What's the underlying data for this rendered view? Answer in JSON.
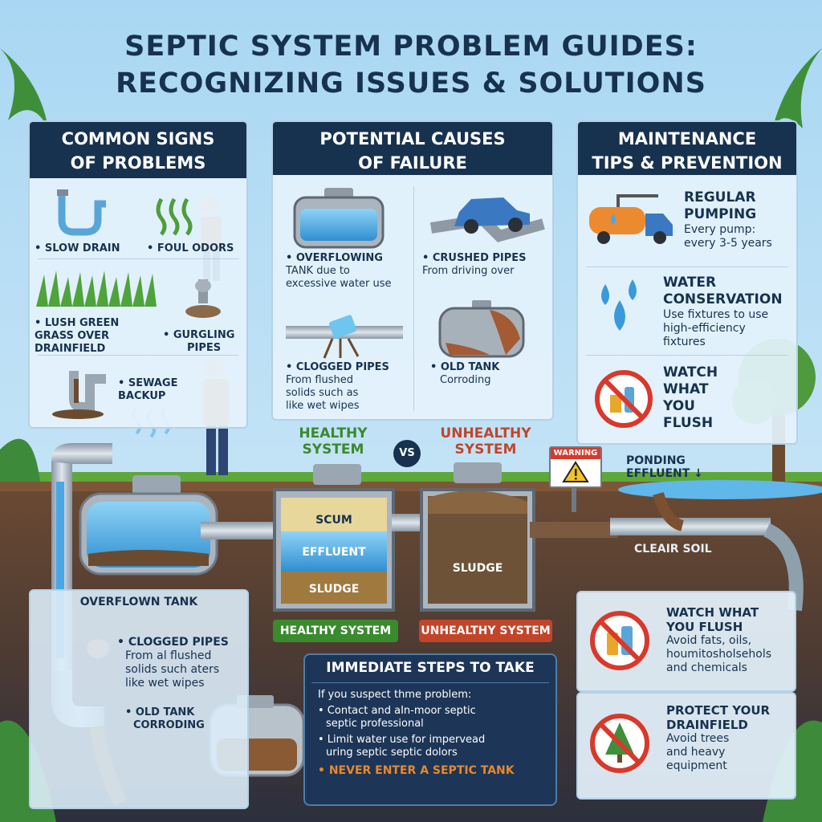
{
  "title": {
    "line1": "SEPTIC SYSTEM PROBLEM GUIDES:",
    "line2": "RECOGNIZING ISSUES & SOLUTIONS"
  },
  "signs": {
    "heading1": "COMMON SIGNS",
    "heading2": "OF PROBLEMS",
    "items": [
      {
        "label": "• SLOW DRAIN"
      },
      {
        "label": "• FOUL ODORS"
      },
      {
        "label1": "• LUSH GREEN",
        "label2": "GRASS OVER",
        "label3": "DRAINFIELD"
      },
      {
        "label1": "• GURGLING",
        "label2": "PIPES"
      },
      {
        "label1": "• SEWAGE",
        "label2": "BACKUP"
      }
    ]
  },
  "causes": {
    "heading1": "POTENTIAL CAUSES",
    "heading2": "OF FAILURE",
    "items": [
      {
        "title": "• OVERFLOWING",
        "line1": "TANK due to",
        "line2": "excessive water use"
      },
      {
        "title": "• CRUSHED PIPES",
        "line1": "From driving over"
      },
      {
        "title": "• CLOGGED PIPES",
        "line1": "From flushed",
        "line2": "solids such as",
        "line3": "like wet wipes"
      },
      {
        "title": "• OLD TANK",
        "line1": "Corroding"
      }
    ]
  },
  "tips": {
    "heading1": "MAINTENANCE",
    "heading2": "TIPS & PREVENTION",
    "items": [
      {
        "title1": "REGULAR",
        "title2": "PUMPING",
        "line1": "Every pump:",
        "line2": "every 3-5 years"
      },
      {
        "title1": "WATER",
        "title2": "CONSERVATION",
        "line1": "Use fixtures to use",
        "line2": "high-efficiency",
        "line3": "fixtures"
      },
      {
        "title1": "WATCH",
        "title2": "WHAT",
        "title3": "YOU",
        "title4": "FLUSH"
      }
    ]
  },
  "compare": {
    "healthy1": "HEALTHY",
    "healthy2": "SYSTEM",
    "vs": "VS",
    "unhealthy1": "UNHEALTHY",
    "unhealthy2": "SYSTEM",
    "scum": "SCUM",
    "effluent": "EFFLUENT",
    "sludge": "SLUDGE",
    "sludge2": "SLUDGE",
    "healthy_badge": "HEALTHY SYSTEM",
    "unhealthy_badge": "UNHEALTHY SYSTEM",
    "warning": "WARNING",
    "ponding1": "PONDING",
    "ponding2": "EFFLUENT ↓",
    "clear_soil": "CLEAIR SOIL"
  },
  "overflow": {
    "label": "OVERFLOWN TANK",
    "clog_title": "• CLOGGED PIPES",
    "clog1": "From al flushed",
    "clog2": "solids such aters",
    "clog3": "like wet wipes",
    "old1": "• OLD TANK",
    "old2": "CORRODING"
  },
  "steps": {
    "heading": "IMMEDIATE STEPS TO TAKE",
    "intro": "If you suspect thme problem:",
    "s1a": "• Contact and aIn-moor septic",
    "s1b": "septic professional",
    "s2a": "• Limit water use for impervead",
    "s2b": "uring septic septic dolors",
    "warning": "• NEVER ENTER A SEPTIC TANK"
  },
  "right": {
    "w_title1": "WATCH WHAT",
    "w_title2": "YOU FLUSH",
    "w1": "Avoid fats, oils,",
    "w2": "houmitosholsehols",
    "w3": "and chemicals",
    "p_title1": "PROTECT YOUR",
    "p_title2": "DRAINFIELD",
    "p1": "Avoid trees",
    "p2": "and heavy",
    "p3": "equipment"
  },
  "colors": {
    "navy": "#17324f",
    "healthy": "#3a8a2e",
    "unhealthy": "#c2452a",
    "warning": "#e8892b"
  }
}
